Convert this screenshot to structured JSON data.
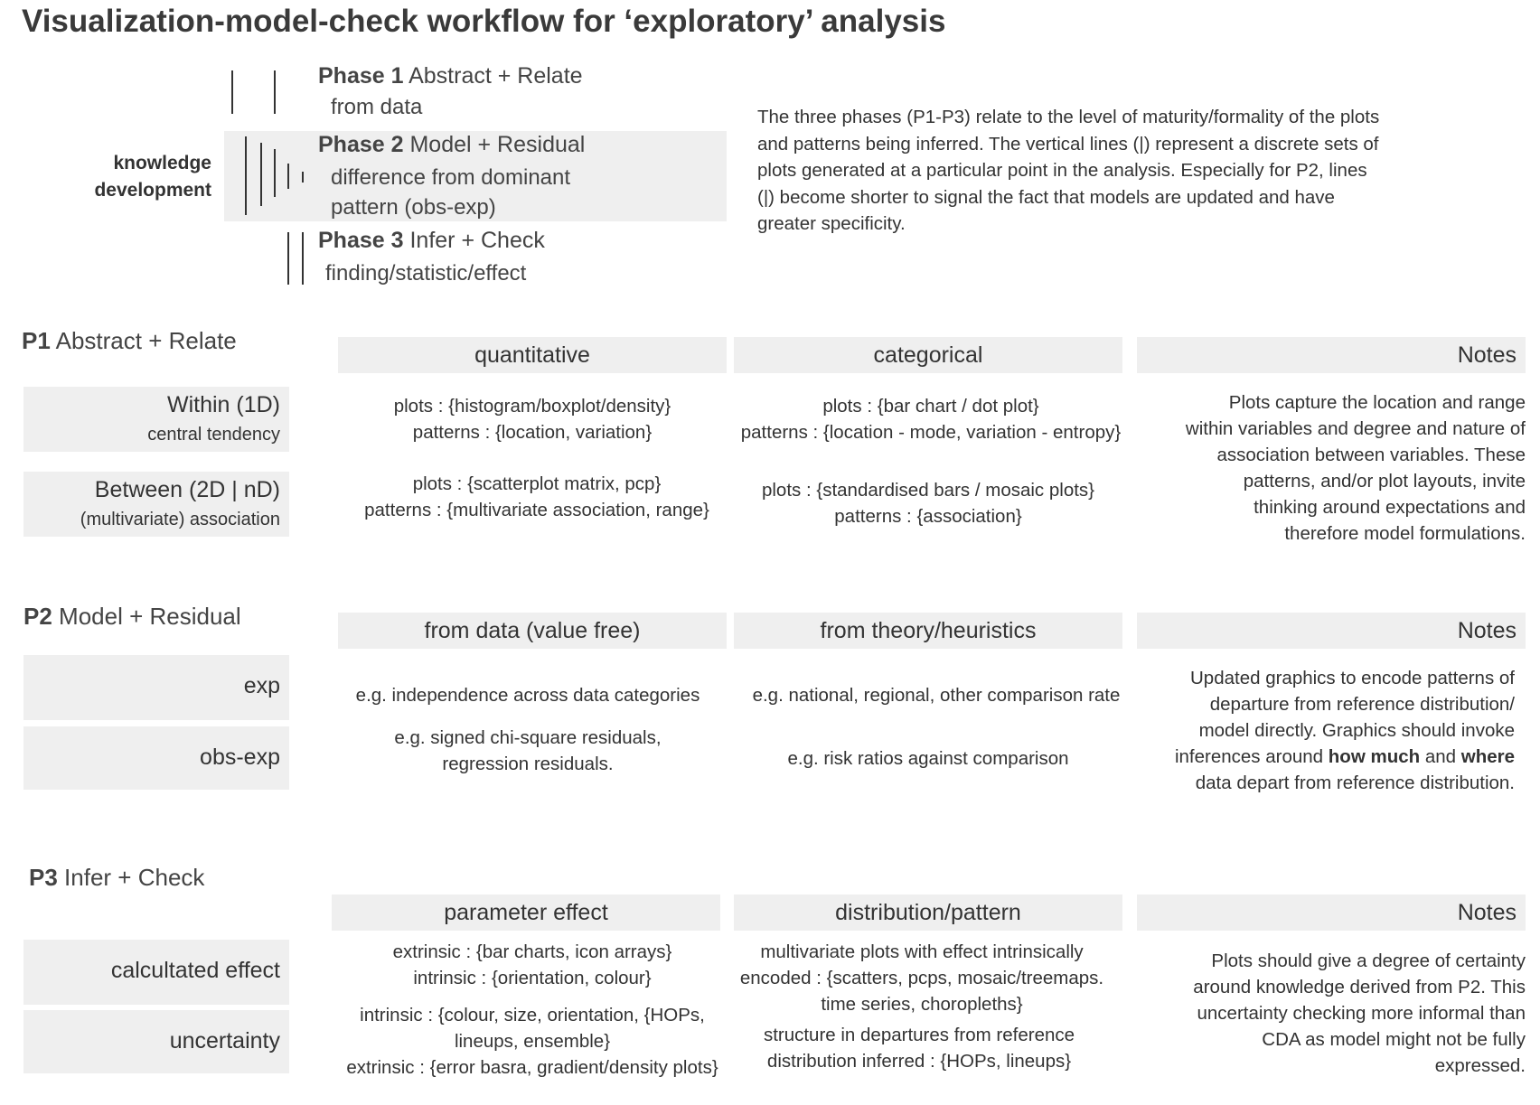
{
  "title": "Visualization-model-check workflow for ‘exploratory’ analysis",
  "legend": {
    "knowledge_label_1": "knowledge",
    "knowledge_label_2": "development",
    "phase1": {
      "num": "Phase 1",
      "name": "Abstract + Relate",
      "sub": "from data"
    },
    "phase2": {
      "num": "Phase 2",
      "name": "Model + Residual",
      "sub1": "difference from dominant",
      "sub2": "pattern (obs-exp)"
    },
    "phase3": {
      "num": "Phase 3",
      "name": "Infer + Check",
      "sub": "finding/statistic/effect"
    }
  },
  "description": "The three phases (P1-P3) relate to the level of maturity/formality of the plots and patterns being inferred. The vertical lines (|) represent a discrete sets of plots generated at a particular point in the analysis. Especially for P2, lines (|) become shorter to signal the fact that models are updated and have greater specificity.",
  "p1": {
    "code": "P1",
    "name": "Abstract + Relate",
    "headers": [
      "quantitative",
      "categorical",
      "Notes"
    ],
    "rows": [
      {
        "label": "Within (1D)",
        "sub": "central tendency",
        "c1": [
          "plots : {histogram/boxplot/density}",
          "patterns : {location, variation}"
        ],
        "c2": [
          "plots : {bar chart / dot plot}",
          "patterns : {location - mode, variation - entropy}"
        ]
      },
      {
        "label": "Between (2D | nD)",
        "sub": "(multivariate) association",
        "c1": [
          "plots : {scatterplot matrix, pcp}",
          "patterns : {multivariate association, range}"
        ],
        "c2": [
          "plots : {standardised bars / mosaic plots}",
          "patterns : {association}"
        ]
      }
    ],
    "notes": [
      "Plots capture the location and range",
      "within variables and degree and nature of",
      "association between variables. These",
      "patterns, and/or plot layouts, invite",
      "thinking around expectations and",
      "therefore model formulations."
    ]
  },
  "p2": {
    "code": "P2",
    "name": "Model + Residual",
    "headers": [
      "from data (value free)",
      "from theory/heuristics",
      "Notes"
    ],
    "rows": [
      {
        "label": "exp",
        "c1": [
          "e.g. independence across data categories"
        ],
        "c2": [
          "e.g. national, regional, other comparison rate"
        ]
      },
      {
        "label": "obs-exp",
        "c1": [
          "e.g. signed chi-square residuals,",
          "regression residuals."
        ],
        "c2": [
          "e.g. risk ratios against comparison"
        ]
      }
    ],
    "notes": {
      "line1": "Updated graphics to encode patterns of",
      "line2": "departure from reference distribution/",
      "line3": "model directly. Graphics should invoke",
      "line4_a": "inferences around ",
      "line4_b": "how much",
      "line4_c": " and ",
      "line4_d": "where",
      "line5": "data depart from reference distribution."
    }
  },
  "p3": {
    "code": "P3",
    "name": "Infer + Check",
    "headers": [
      "parameter effect",
      "distribution/pattern",
      "Notes"
    ],
    "rows": [
      {
        "label": "calcultated effect",
        "c1": [
          "extrinsic : {bar charts,  icon arrays}",
          "intrinsic : {orientation, colour}"
        ],
        "c2": [
          "multivariate plots with effect intrinsically",
          "encoded : {scatters, pcps, mosaic/treemaps.",
          "time series, choropleths}"
        ]
      },
      {
        "label": "uncertainty",
        "c1": [
          "intrinsic : {colour, size, orientation, {HOPs,",
          "lineups, ensemble}",
          "extrinsic : {error basra, gradient/density plots}"
        ],
        "c2": [
          "structure in departures from reference",
          "distribution inferred :  {HOPs, lineups}"
        ]
      }
    ],
    "notes": [
      "Plots should give a degree of certainty",
      "around knowledge derived from P2. This",
      "uncertainty checking more informal than",
      "CDA as model might not be fully",
      "expressed."
    ]
  }
}
